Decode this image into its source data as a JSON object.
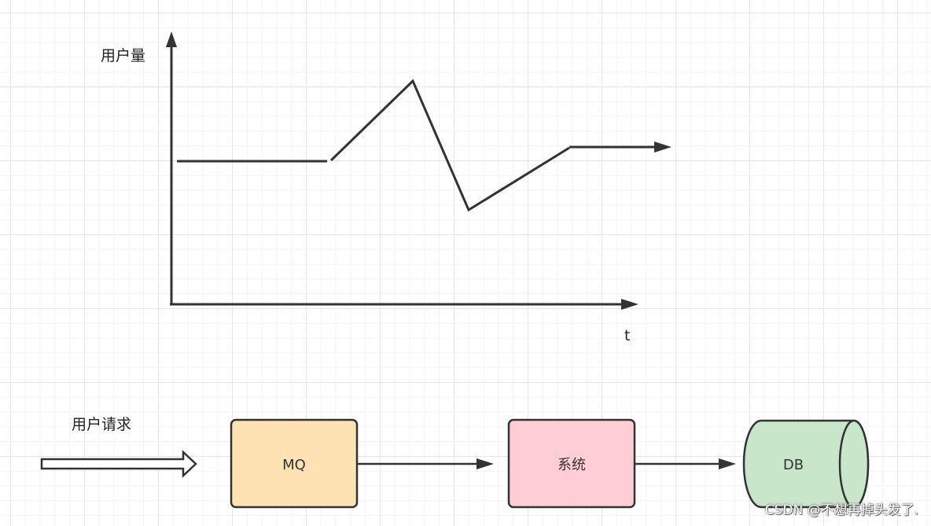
{
  "chart": {
    "y_label": "用户量",
    "x_label": "t"
  },
  "flow": {
    "input_label": "用户请求",
    "nodes": [
      {
        "id": "mq",
        "label": "MQ",
        "fill": "#ffe2b3",
        "stroke": "#333333"
      },
      {
        "id": "system",
        "label": "系统",
        "fill": "#ffcdd4",
        "stroke": "#333333"
      },
      {
        "id": "db",
        "label": "DB",
        "fill": "#c8e6c9",
        "stroke": "#333333"
      }
    ]
  },
  "watermark": "CSDN @不想再掉头发了."
}
